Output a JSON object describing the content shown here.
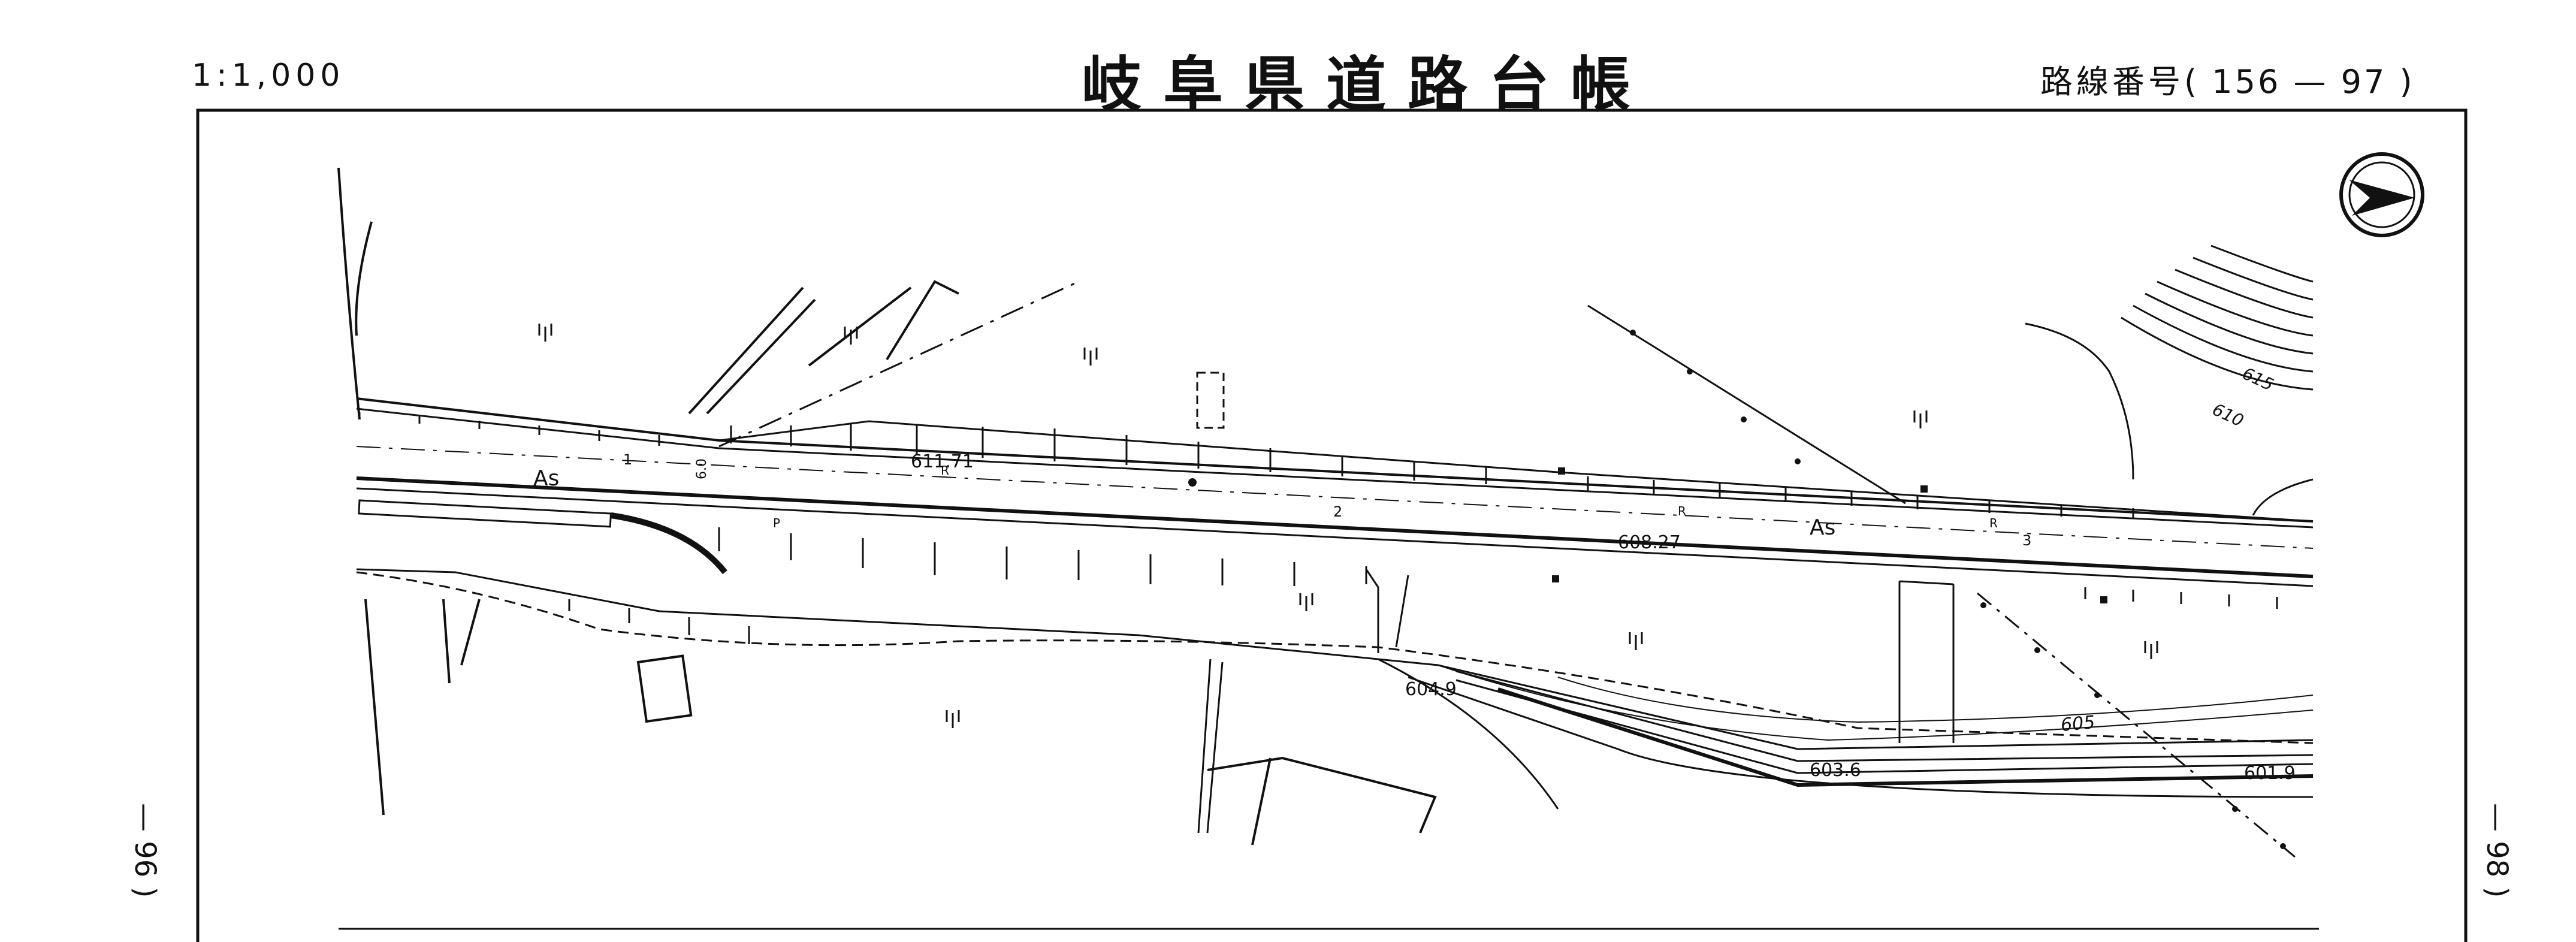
{
  "header": {
    "scale": "1:1,000",
    "title": "岐阜県道路台帳",
    "route_label": "路線番号",
    "route_number": "( 156 — 97 )"
  },
  "edges": {
    "left_ref": "— 96 )",
    "right_ref": "— 98 )"
  },
  "map": {
    "pavement_labels": [
      "As",
      "As"
    ],
    "elevations": [
      "611.71",
      "608.27",
      "604.9",
      "603.6",
      "601.9"
    ],
    "contour_labels": [
      "615",
      "610",
      "605"
    ],
    "station_marks": [
      "1",
      "2",
      "3"
    ],
    "road_width": "6.0",
    "markers": [
      "R",
      "R",
      "R",
      "P"
    ],
    "colors": {
      "ink": "#111111",
      "paper": "#ffffff"
    },
    "north_symbol": "north-arrow-icon"
  }
}
